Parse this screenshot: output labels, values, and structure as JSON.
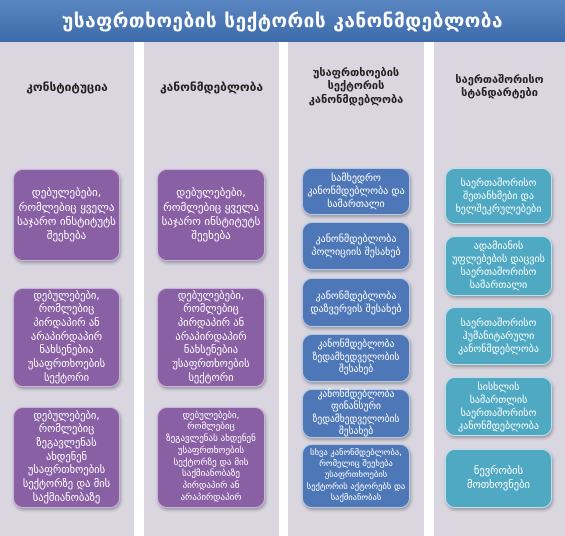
{
  "title": "უსაფრთხოების სექტორის კანონმდებლობა",
  "columns": [
    {
      "header": "კონსტიტუცია",
      "items": [
        "დებულებები, რომლებიც ყველა საჯარო ინსტიტუტს შეეხება",
        "დებულებები, რომლებიც პირდაპირ ან არაპირდაპირ ნახსენებია უსაფრთხოების სექტორი",
        "დებულებები, რომლებიც ზეგავლენას ახდენენ უსაფრთხოების სექტორზე და მის საქმიანობაზე"
      ]
    },
    {
      "header": "კანონმდებლობა",
      "items": [
        "დებულებები, რომლებიც ყველა საჯარო ინსტიტუტს შეეხება",
        "დებულებები, რომლებიც პირდაპირ ან არაპირდაპირ ნახსენებია უსაფრთხოების სექტორი",
        "დებულებები, რომლებიც ზეგავლენას ახდენენ უსაფრთხოების სექტორზე და მის საქმიანობაზე პირდაპირ ან არაპირდაპირ"
      ]
    },
    {
      "header": "უსაფრთხოების სექტორის კანონმდებლობა",
      "items": [
        "სამხედრო კანონმდებლობა და სამართალი",
        "კანონმდებლობა პოლიციის შესახებ",
        "კანონმდებლობა დაზვერვის შესახებ",
        "კანონმდებლობა ზედამხედველობის შესახებ",
        "კანონმდებლობა ფინანსური ზედამხედველობის შესახებ",
        "სხვა კანონმდებლობა, რომელიც შეეხება უსაფრთხოების სექტორის აქტორებს და საქმიანობას"
      ]
    },
    {
      "header": "საერთაშორისო სტანდარტები",
      "items": [
        "საერთაშორისო შეთანხმები და ხელშეკრულებები",
        "ადამიანის უფლებების დაცვის საერთაშორისო სამართალი",
        "საერთაშორისო ჰუმანიტარული კანონმდებლობა",
        "სისხლის სამართლის საერთაშორისო კანონმდებლობა",
        "ნევრობის მოთხოვნები"
      ]
    }
  ]
}
